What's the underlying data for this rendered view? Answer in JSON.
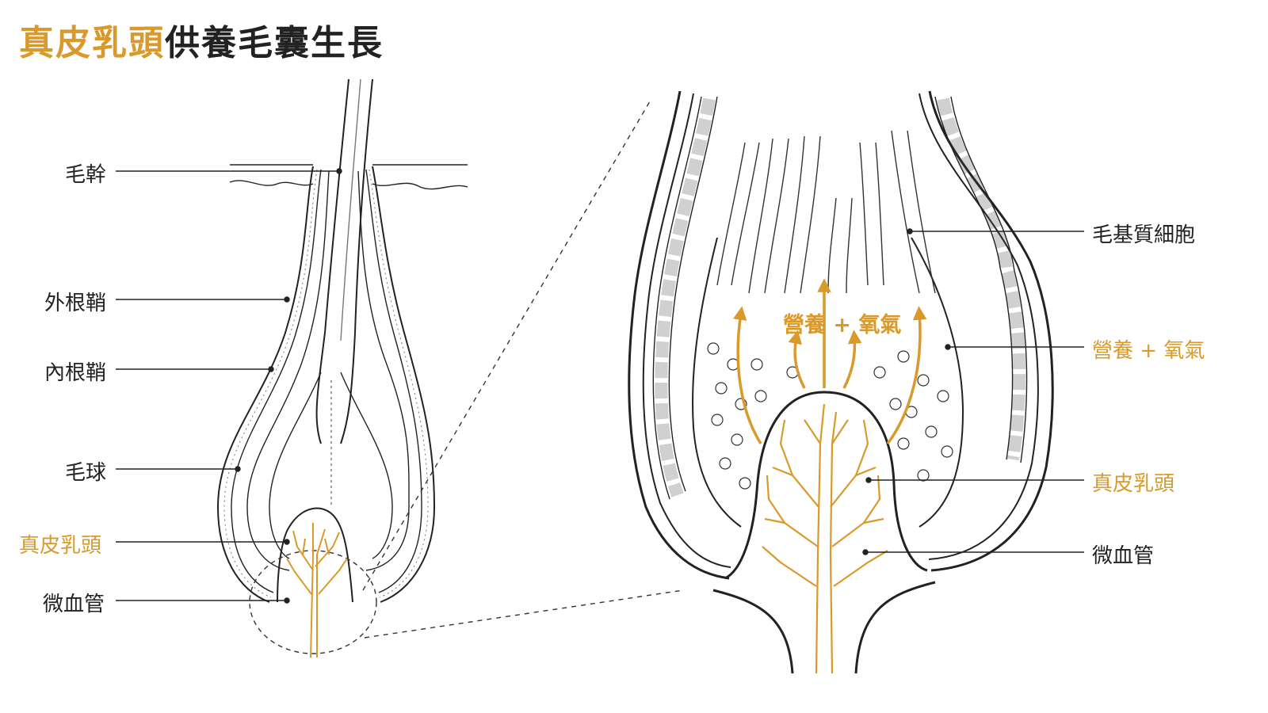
{
  "title": {
    "highlight": "真皮乳頭",
    "rest": "供養毛囊生長"
  },
  "left_labels": {
    "shaft": "毛幹",
    "outer_root_sheath": "外根鞘",
    "inner_root_sheath": "內根鞘",
    "bulb": "毛球",
    "dermal_papilla": "真皮乳頭",
    "capillaries": "微血管"
  },
  "right_labels": {
    "matrix_cells": "毛基質細胞",
    "nutrients_oxygen": "營養 + 氧氣",
    "dermal_papilla": "真皮乳頭",
    "capillaries": "微血管"
  },
  "inner_text": "營養 + 氧氣",
  "colors": {
    "gold": "#d99a2b",
    "line": "#222222",
    "light": "#555555"
  }
}
